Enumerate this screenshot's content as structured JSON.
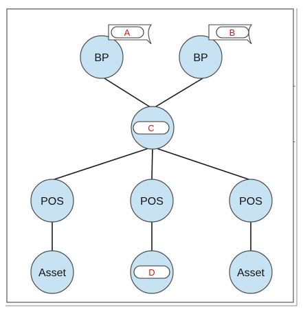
{
  "diagram": {
    "nodes": {
      "bp_left": {
        "label": "BP"
      },
      "bp_right": {
        "label": "BP"
      },
      "hub": {
        "label": "C"
      },
      "pos_left": {
        "label": "POS"
      },
      "pos_center": {
        "label": "POS"
      },
      "pos_right": {
        "label": "POS"
      },
      "asset_left": {
        "label": "Asset"
      },
      "asset_center": {
        "label": "D"
      },
      "asset_right": {
        "label": "Asset"
      }
    },
    "flags": {
      "left": {
        "label": "A"
      },
      "right": {
        "label": "B"
      }
    },
    "colors": {
      "node_fill": "#c7e2f3",
      "tag_text": "#e01010"
    }
  }
}
